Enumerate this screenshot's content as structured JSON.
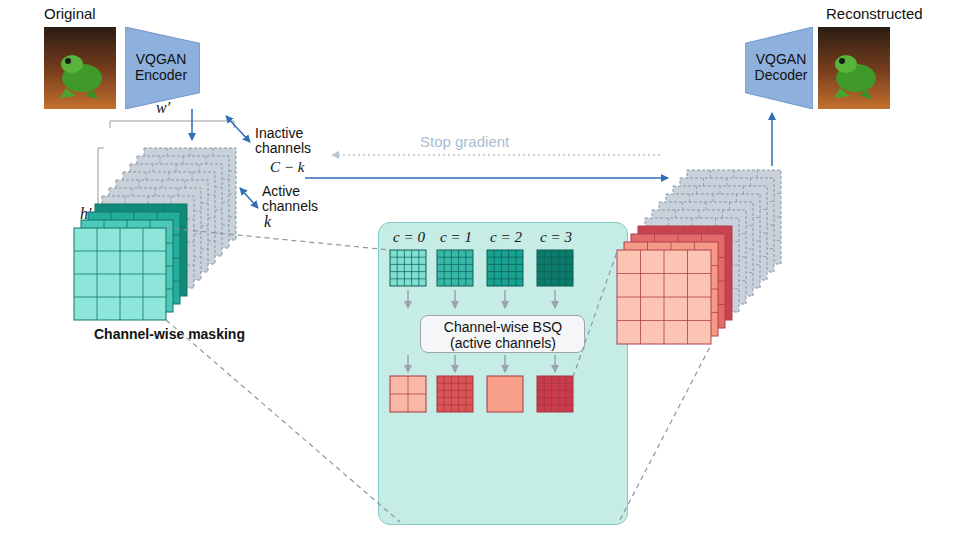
{
  "diagram": {
    "nodes": [
      {
        "text": [
          "VQGAN Encoder"
        ]
      },
      {
        "text": [
          "Channel-wise masking"
        ]
      },
      {
        "text": [
          "c = 0",
          "c = 1",
          "c = 2",
          "c = 3"
        ]
      },
      {
        "text": [
          "Channel-wise BSQ (active channels)"
        ],
        "in": 2
      },
      {
        "text": [
          "VQGAN Decoder"
        ]
      }
    ],
    "edges": [
      {
        "from": 0,
        "to": 1,
        "arrow": "to"
      }
    ],
    "labels": [
      "Original",
      "Reconstructed",
      "w′",
      "h′",
      "Inactive channels",
      "C − k",
      "Active channels",
      "k",
      "Stop gradient"
    ]
  }
}
